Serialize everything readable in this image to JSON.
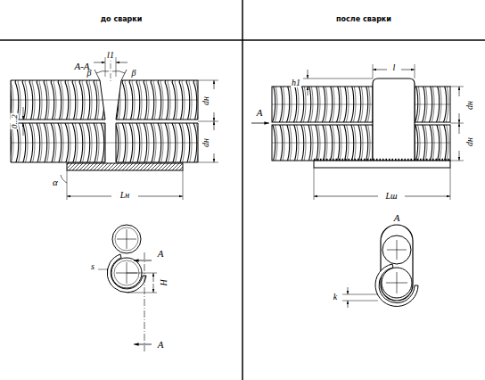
{
  "diagram": {
    "labels": [
      "до сварки",
      "после сварки",
      "А-А",
      "l1",
      "β",
      "β",
      "0...2",
      "dн",
      "dн",
      "α",
      "Lн",
      "А",
      "s",
      "Н",
      "А",
      "h1",
      "l",
      "dн",
      "dн",
      "А",
      "Lш",
      "А",
      "k"
    ]
  }
}
